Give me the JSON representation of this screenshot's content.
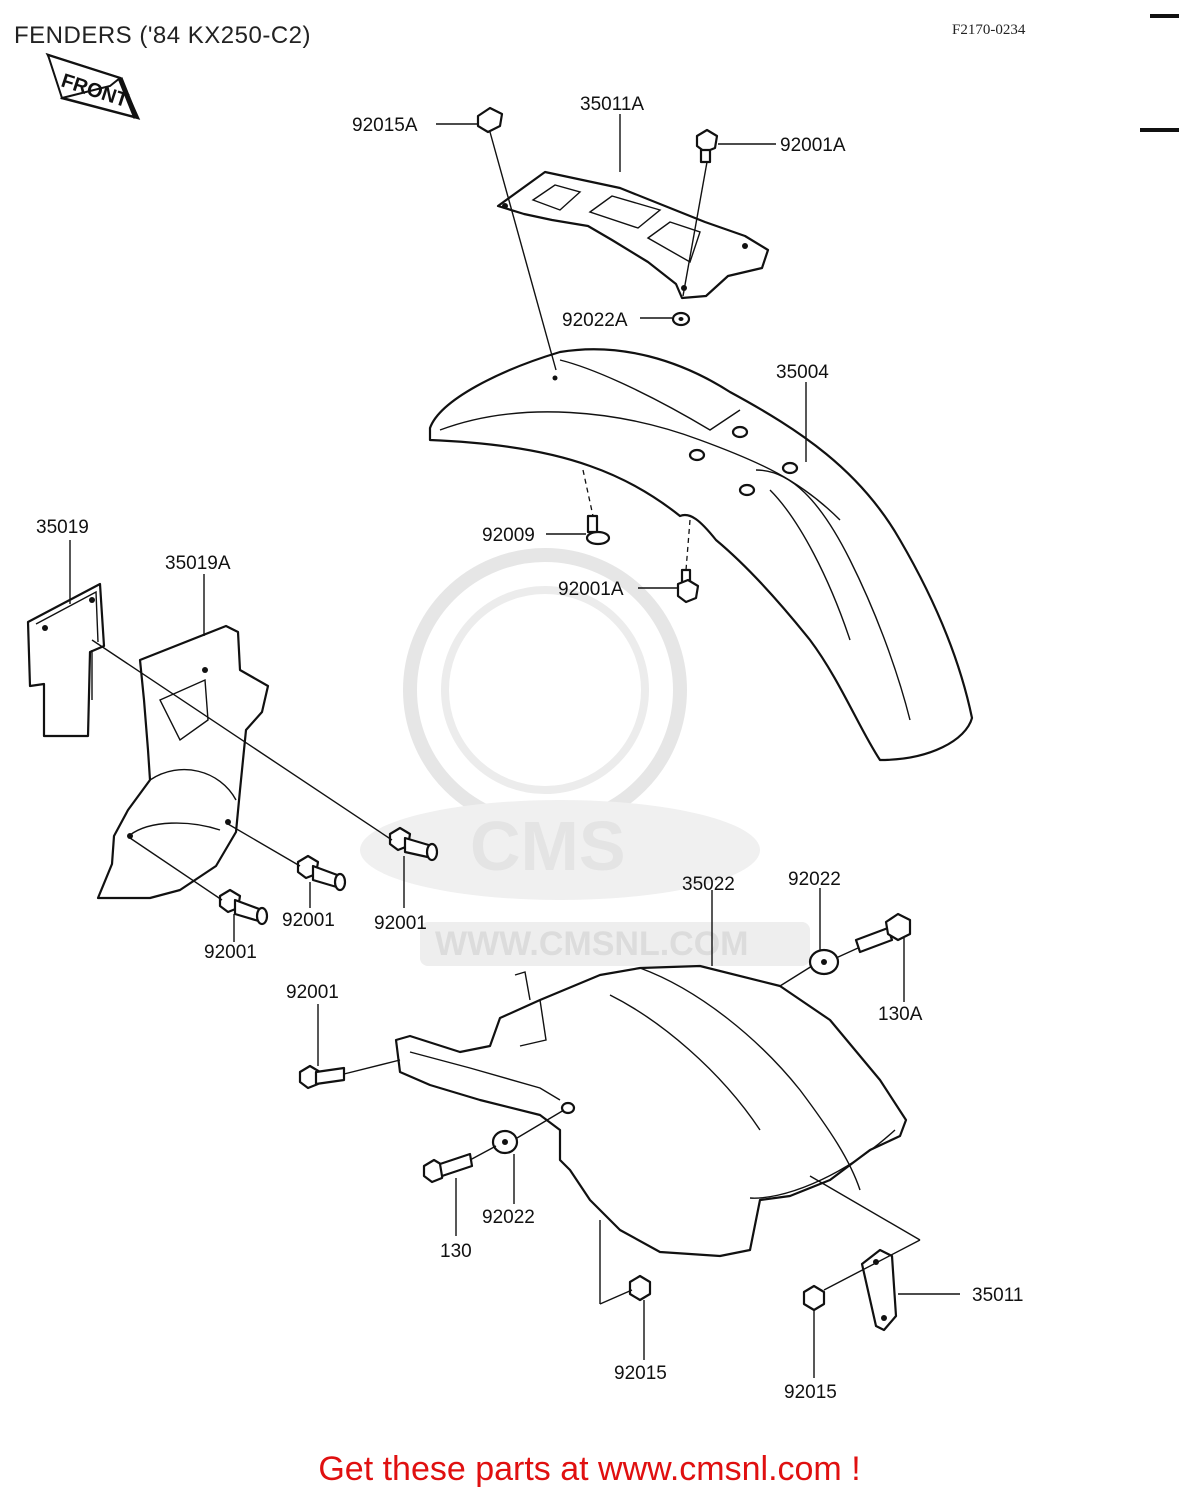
{
  "header": {
    "title": "FENDERS ('84 KX250-C2)",
    "code": "F2170-0234"
  },
  "front_arrow": {
    "label": "FRONT"
  },
  "watermark": {
    "brand": "CMS",
    "url": "WWW.CMSNL.COM"
  },
  "parts": [
    {
      "id": "p1",
      "label": "92015A"
    },
    {
      "id": "p2",
      "label": "35011A"
    },
    {
      "id": "p3",
      "label": "92001A"
    },
    {
      "id": "p4",
      "label": "92022A"
    },
    {
      "id": "p5",
      "label": "35004"
    },
    {
      "id": "p6",
      "label": "92009"
    },
    {
      "id": "p7",
      "label": "92001A"
    },
    {
      "id": "p8",
      "label": "35019"
    },
    {
      "id": "p9",
      "label": "35019A"
    },
    {
      "id": "p10",
      "label": "92001"
    },
    {
      "id": "p11",
      "label": "92001"
    },
    {
      "id": "p12",
      "label": "92001"
    },
    {
      "id": "p13",
      "label": "35022"
    },
    {
      "id": "p14",
      "label": "92022"
    },
    {
      "id": "p15",
      "label": "130A"
    },
    {
      "id": "p16",
      "label": "92001"
    },
    {
      "id": "p17",
      "label": "130"
    },
    {
      "id": "p18",
      "label": "92022"
    },
    {
      "id": "p19",
      "label": "92015"
    },
    {
      "id": "p20",
      "label": "92015"
    },
    {
      "id": "p21",
      "label": "35011"
    }
  ],
  "footer": {
    "text": "Get these parts at www.cmsnl.com !"
  }
}
